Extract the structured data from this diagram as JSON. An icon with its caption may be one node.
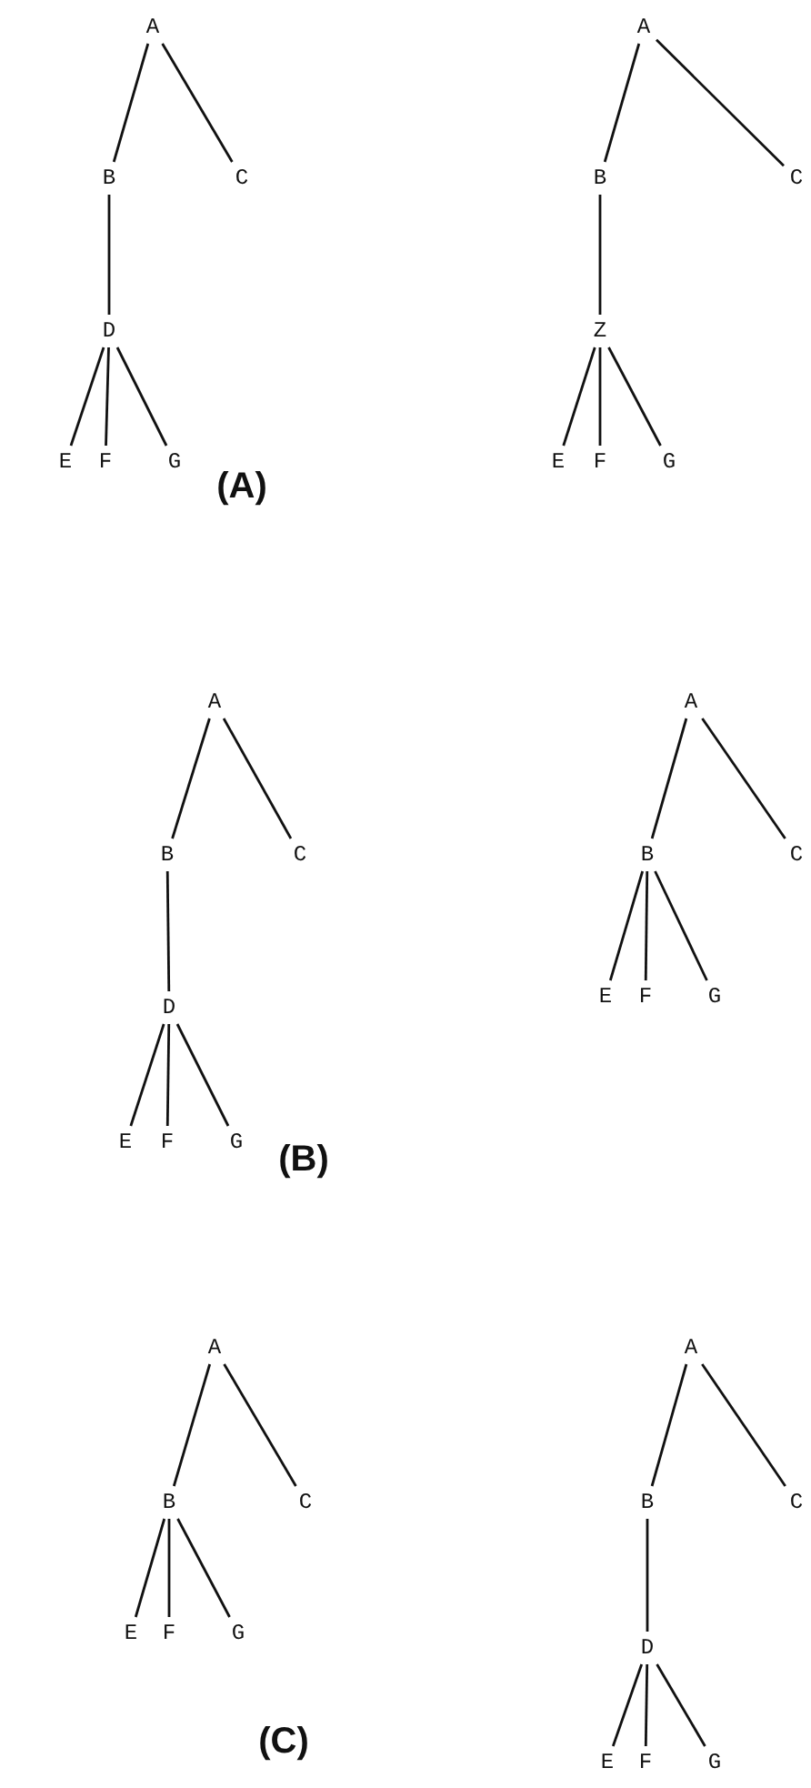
{
  "diagram": {
    "nodes": [
      {
        "text": [
          "A"
        ]
      },
      {
        "text": [
          "B"
        ]
      },
      {
        "text": [
          "C"
        ]
      },
      {
        "text": [
          "D"
        ]
      },
      {
        "text": [
          "E"
        ]
      },
      {
        "text": [
          "F"
        ]
      },
      {
        "text": [
          "G"
        ]
      },
      {
        "text": [
          "A"
        ]
      },
      {
        "text": [
          "B"
        ]
      },
      {
        "text": [
          "C"
        ]
      },
      {
        "text": [
          "Z"
        ]
      },
      {
        "text": [
          "E"
        ]
      },
      {
        "text": [
          "F"
        ]
      },
      {
        "text": [
          "G"
        ]
      },
      {
        "text": [
          "A"
        ]
      },
      {
        "text": [
          "B"
        ]
      },
      {
        "text": [
          "C"
        ]
      },
      {
        "text": [
          "D"
        ]
      },
      {
        "text": [
          "E"
        ]
      },
      {
        "text": [
          "F"
        ]
      },
      {
        "text": [
          "G"
        ]
      },
      {
        "text": [
          "A"
        ]
      },
      {
        "text": [
          "B"
        ]
      },
      {
        "text": [
          "C"
        ]
      },
      {
        "text": [
          "E"
        ]
      },
      {
        "text": [
          "F"
        ]
      },
      {
        "text": [
          "G"
        ]
      },
      {
        "text": [
          "A"
        ]
      },
      {
        "text": [
          "B"
        ]
      },
      {
        "text": [
          "C"
        ]
      },
      {
        "text": [
          "E"
        ]
      },
      {
        "text": [
          "F"
        ]
      },
      {
        "text": [
          "G"
        ]
      },
      {
        "text": [
          "A"
        ]
      },
      {
        "text": [
          "B"
        ]
      },
      {
        "text": [
          "C"
        ]
      },
      {
        "text": [
          "D"
        ]
      },
      {
        "text": [
          "E"
        ]
      },
      {
        "text": [
          "F"
        ]
      },
      {
        "text": [
          "G"
        ]
      }
    ],
    "edges": [
      {
        "from": 0,
        "to": 1,
        "arrow": "none"
      },
      {
        "from": 0,
        "to": 2,
        "arrow": "none"
      },
      {
        "from": 1,
        "to": 3,
        "arrow": "none"
      },
      {
        "from": 3,
        "to": 4,
        "arrow": "none"
      },
      {
        "from": 3,
        "to": 5,
        "arrow": "none"
      },
      {
        "from": 3,
        "to": 6,
        "arrow": "none"
      },
      {
        "from": 7,
        "to": 8,
        "arrow": "none"
      },
      {
        "from": 7,
        "to": 9,
        "arrow": "none"
      },
      {
        "from": 8,
        "to": 10,
        "arrow": "none"
      },
      {
        "from": 10,
        "to": 11,
        "arrow": "none"
      },
      {
        "from": 10,
        "to": 12,
        "arrow": "none"
      },
      {
        "from": 10,
        "to": 13,
        "arrow": "none"
      },
      {
        "from": 14,
        "to": 15,
        "arrow": "none"
      },
      {
        "from": 14,
        "to": 16,
        "arrow": "none"
      },
      {
        "from": 15,
        "to": 17,
        "arrow": "none"
      },
      {
        "from": 17,
        "to": 18,
        "arrow": "none"
      },
      {
        "from": 17,
        "to": 19,
        "arrow": "none"
      },
      {
        "from": 17,
        "to": 20,
        "arrow": "none"
      },
      {
        "from": 21,
        "to": 22,
        "arrow": "none"
      },
      {
        "from": 21,
        "to": 23,
        "arrow": "none"
      },
      {
        "from": 22,
        "to": 24,
        "arrow": "none"
      },
      {
        "from": 22,
        "to": 25,
        "arrow": "none"
      },
      {
        "from": 22,
        "to": 26,
        "arrow": "none"
      },
      {
        "from": 27,
        "to": 28,
        "arrow": "none"
      },
      {
        "from": 27,
        "to": 29,
        "arrow": "none"
      },
      {
        "from": 28,
        "to": 30,
        "arrow": "none"
      },
      {
        "from": 28,
        "to": 31,
        "arrow": "none"
      },
      {
        "from": 28,
        "to": 32,
        "arrow": "none"
      },
      {
        "from": 33,
        "to": 34,
        "arrow": "none"
      },
      {
        "from": 33,
        "to": 35,
        "arrow": "none"
      },
      {
        "from": 34,
        "to": 36,
        "arrow": "none"
      },
      {
        "from": 36,
        "to": 37,
        "arrow": "none"
      },
      {
        "from": 36,
        "to": 38,
        "arrow": "none"
      },
      {
        "from": 36,
        "to": 39,
        "arrow": "none"
      }
    ],
    "labels": [
      "(A)",
      "(B)",
      "(C)"
    ]
  }
}
